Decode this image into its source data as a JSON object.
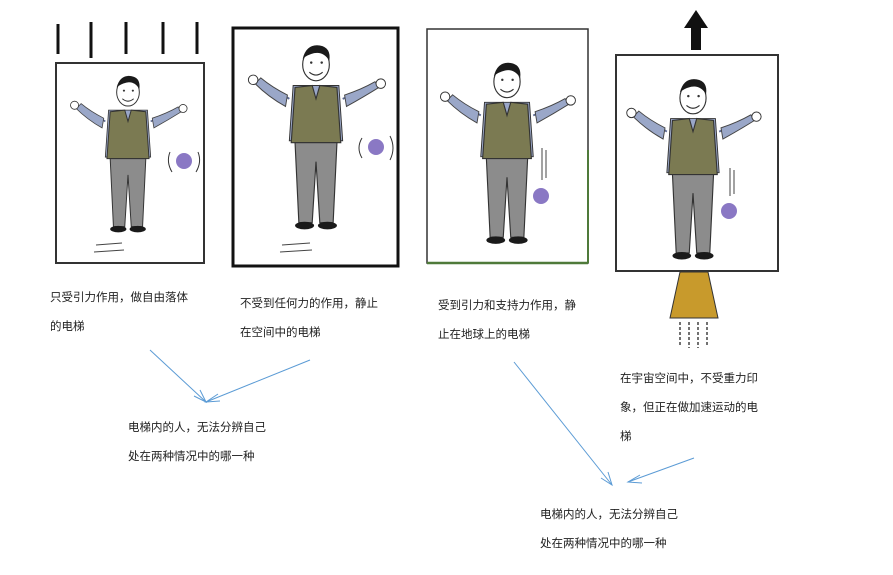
{
  "panels": [
    {
      "caption": [
        "只受引力作用，做自由落体",
        "的电梯"
      ],
      "motion": "free-fall"
    },
    {
      "caption": [
        "不受到任何力的作用，静止",
        "在空间中的电梯"
      ],
      "motion": "floating"
    },
    {
      "caption": [
        "受到引力和支持力作用，静",
        "止在地球上的电梯"
      ],
      "motion": "resting-on-earth"
    },
    {
      "caption": [
        "在宇宙空间中，不受重力印",
        "象，但正在做加速运动的电",
        "梯"
      ],
      "motion": "accelerating-upward"
    }
  ],
  "conclusions": [
    {
      "lines": [
        "电梯内的人，无法分辨自己",
        "处在两种情况中的哪一种"
      ]
    },
    {
      "lines": [
        "电梯内的人，无法分辨自己",
        "处在两种情况中的哪一种"
      ]
    }
  ],
  "colors": {
    "arrow": "#5b9bd5",
    "vest": "#7b7a52",
    "shirt": "#9aa7c8",
    "pants": "#8c8c8c",
    "ball": "#8a78c4",
    "hair": "#1a1a1a",
    "thrust": "#c89a2c",
    "frame_green": "#4f7a3a"
  }
}
